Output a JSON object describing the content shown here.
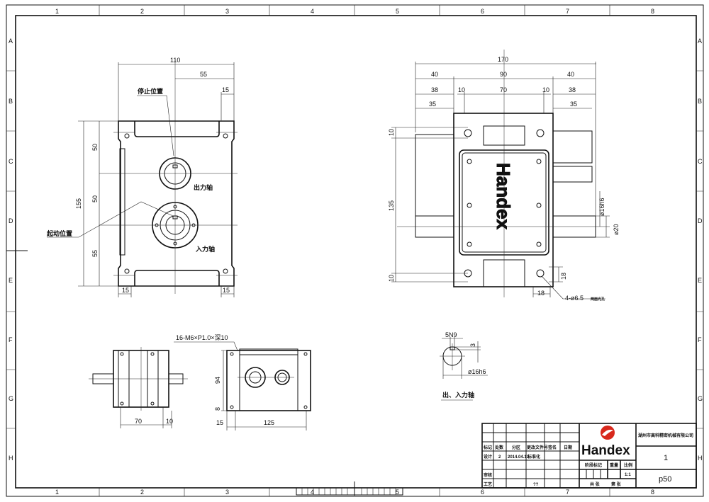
{
  "grid": {
    "columns": [
      "1",
      "2",
      "3",
      "4",
      "5",
      "6",
      "7",
      "8"
    ],
    "rows": [
      "A",
      "B",
      "C",
      "D",
      "E",
      "F",
      "G",
      "H"
    ]
  },
  "front_view": {
    "dims": {
      "width": "110",
      "half": "55",
      "edge_top": "15",
      "height": "155",
      "d1": "50",
      "d2": "50",
      "d3": "55",
      "foot_left": "15",
      "foot_right": "15"
    },
    "labels": {
      "stop_position": "停止位置",
      "start_position": "起动位置",
      "output_shaft": "出力轴",
      "input_shaft": "入力轴"
    }
  },
  "side_view": {
    "dims": {
      "overall": "170",
      "left": "40",
      "mid": "90",
      "right": "40",
      "l38": "38",
      "l10": "10",
      "c70": "70",
      "r10": "10",
      "r38": "38",
      "l35": "35",
      "r35": "35",
      "top10": "10",
      "height": "135",
      "bottom10": "10",
      "shaft_dia": "ø16h6",
      "shaft_dia2": "ø20",
      "hole_h": "18",
      "hole_w": "18"
    },
    "labels": {
      "holes": "4-ø6.5",
      "holes_note": "两面光孔",
      "brand": "Handex"
    }
  },
  "top_view": {
    "dims": {
      "w70": "70",
      "w10": "10"
    }
  },
  "bottom_view": {
    "dims": {
      "thread": "16-M6×P1.0×深10",
      "h94": "94",
      "h8": "8",
      "w15": "15",
      "w125": "125"
    }
  },
  "shaft_detail": {
    "dims": {
      "key": "5N9",
      "depth": "3",
      "dia": "ø16h6"
    },
    "label": "出、入力轴"
  },
  "title_block": {
    "company": "湖州市高科精密机械有限公司",
    "brand": "Handex",
    "brand_color": "#d8281c",
    "headers": [
      "标记",
      "处数",
      "分区",
      "更改文件号",
      "签名",
      "日期"
    ],
    "design_row": [
      "设计",
      "2",
      "2014.04.13",
      "标准化"
    ],
    "review": "审核",
    "process": "工艺",
    "process_val": "??",
    "stage_mark": "阶段标记",
    "weight": "重量",
    "scale": "比例",
    "scale_val": "1:1",
    "sheets_total": "共 张",
    "sheet_no": "第 张",
    "drawing_no": "1",
    "model": "p50"
  }
}
